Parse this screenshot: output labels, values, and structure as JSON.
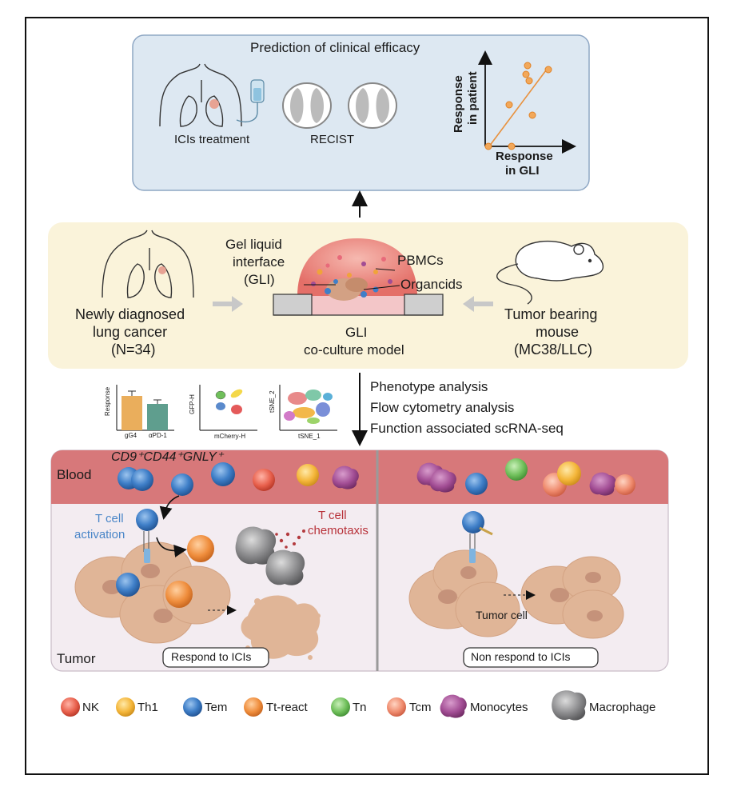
{
  "prediction": {
    "title": "Prediction of clinical efficacy",
    "ici_label": "ICIs treatment",
    "recist_label": "RECIST",
    "plot_ylabel_1": "Response",
    "plot_ylabel_2": "in patient",
    "plot_xlabel_1": "Response",
    "plot_xlabel_2": "in GLI"
  },
  "model": {
    "patient_label_1": "Newly diagnosed",
    "patient_label_2": "lung cancer",
    "patient_label_3": "(N=34)",
    "gli_label_1": "Gel liquid",
    "gli_label_2": "interface",
    "gli_label_3": "(GLI)",
    "pbmcs_label": "PBMCs",
    "organoids_label": "Organcids",
    "model_label_1": "GLI",
    "model_label_2": "co-culture model",
    "mouse_label_1": "Tumor bearing",
    "mouse_label_2": "mouse",
    "mouse_label_3": "(MC38/LLC)"
  },
  "analysis": {
    "item_1": "Phenotype analysis",
    "item_2": "Flow cytometry analysis",
    "item_3": "Function associated scRNA-seq",
    "bar_ylabel": "Response",
    "bar_cat_1": "gG4",
    "bar_cat_2": "αPD-1",
    "flow_ylabel": "GFP-H",
    "flow_xlabel": "mCherry-H",
    "tsne_ylabel": "tSNE_2",
    "tsne_xlabel": "tSNE_1"
  },
  "panels": {
    "marker_label": "CD9⁺CD44⁺GNLY⁺",
    "blood_label": "Blood",
    "tumor_label": "Tumor",
    "activation_1": "T cell",
    "activation_2": "activation",
    "chemotaxis_1": "T cell",
    "chemotaxis_2": "chemotaxis",
    "respond_label": "Respond to ICIs",
    "non_respond_label": "Non respond to ICIs",
    "tumor_cell_label": "Tumor cell"
  },
  "legend": [
    {
      "label": "NK",
      "color": "#e8604c"
    },
    {
      "label": "Th1",
      "color": "#f4b63a"
    },
    {
      "label": "Tem",
      "color": "#3f7fc8"
    },
    {
      "label": "Tt-react",
      "color": "#ef8d3c"
    },
    {
      "label": "Tn",
      "color": "#6fbf5a"
    },
    {
      "label": "Tcm",
      "color": "#ef8b6e"
    },
    {
      "label": "Monocytes",
      "color": "#a24d94"
    },
    {
      "label": "Macrophage",
      "color": "#8c8c8e"
    }
  ],
  "colors": {
    "top_panel": "#dde8f2",
    "gli_band": "#faf3da",
    "blood": "#d7787a",
    "tumor_bg": "#f3ecf1",
    "tumor_cell": "#e0b597",
    "text_blue": "#4a86c8",
    "text_red": "#b8323a"
  }
}
